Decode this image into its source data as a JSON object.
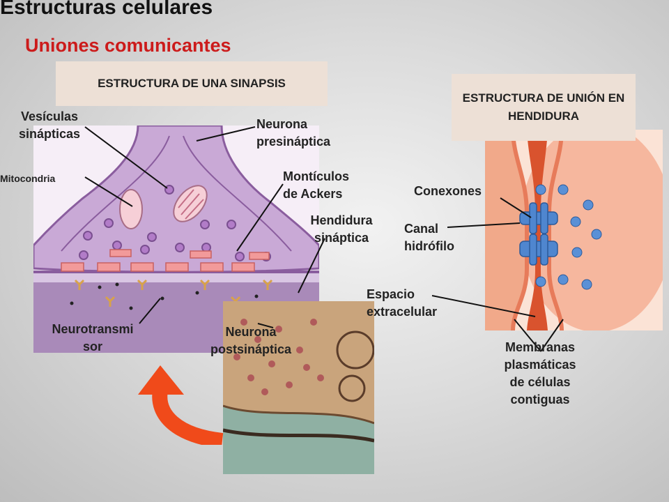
{
  "header": {
    "title": "Estructuras celulares",
    "subtitle": "Uniones comunicantes"
  },
  "synapse": {
    "box_title": "ESTRUCTURA DE UNA SINAPSIS",
    "labels": {
      "vesiculas": "Vesículas\nsinápticas",
      "mitocondria": "Mitocondria",
      "presinaptica": "Neurona\npresináptica",
      "monticulos": "Montículos\nde Ackers",
      "hendidura": "Hendidura\nsináptica",
      "neurotransmisor": "Neurotransmi\nsor",
      "postsinaptica": "Neurona\npostsináptica"
    }
  },
  "gap_junction": {
    "box_title": "ESTRUCTURA DE UNIÓN EN HENDIDURA",
    "labels": {
      "conexones": "Conexones",
      "canal": "Canal\nhidrófilo",
      "espacio": "Espacio\nextracelular",
      "membranas": "Membranas\nplasmáticas\nde células\ncontiguas"
    }
  },
  "colors": {
    "title": "#111111",
    "subtitle": "#cc1b1b",
    "box_bg": "#ede0d6",
    "arrow": "#f04a1a",
    "neuron": "#b48fc4"
  }
}
